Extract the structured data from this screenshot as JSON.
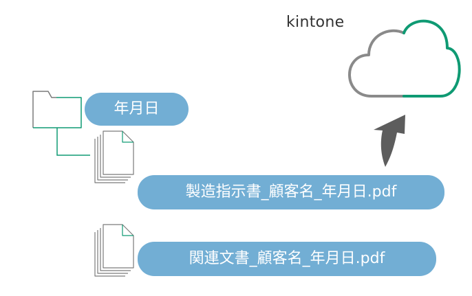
{
  "cloud": {
    "label": "kintone"
  },
  "folder": {
    "date_label": "年月日"
  },
  "files": [
    {
      "label": "製造指示書_顧客名_年月日.pdf"
    },
    {
      "label": "関連文書_顧客名_年月日.pdf"
    }
  ],
  "colors": {
    "pill": "#72aed4",
    "gray_stroke": "#7a7a7a",
    "green_stroke": "#0f9a73",
    "arrow": "#5d5d5d"
  }
}
